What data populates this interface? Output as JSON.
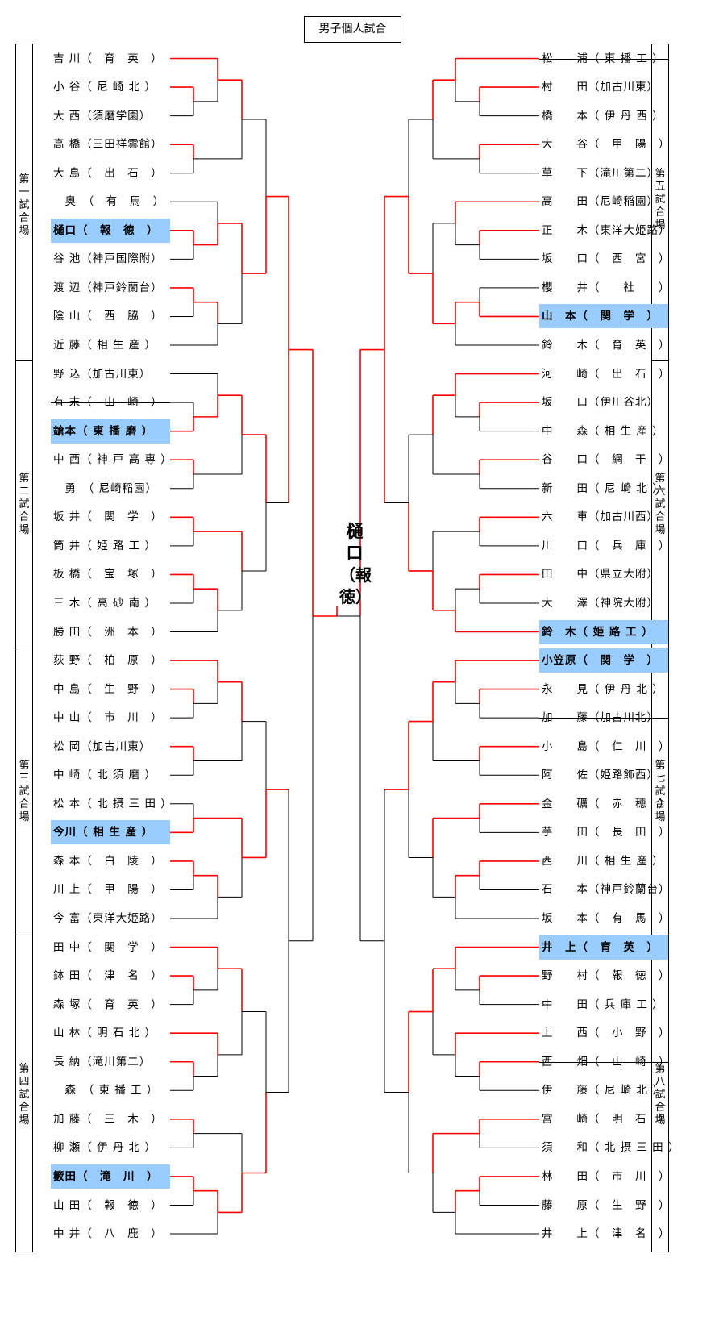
{
  "title": "男子個人試合",
  "winner": {
    "name": "樋口",
    "school": "（報徳）"
  },
  "venues": [
    {
      "label": "第一試合場"
    },
    {
      "label": "第二試合場"
    },
    {
      "label": "第三試合場"
    },
    {
      "label": "第四試合場"
    },
    {
      "label": "第五試合場"
    },
    {
      "label": "第六試合場"
    },
    {
      "label": "第七試合場"
    },
    {
      "label": "第八試合場"
    }
  ],
  "left_players": [
    {
      "text": "吉 川（　育　英　）"
    },
    {
      "text": "小 谷（ 尼 崎 北 ）"
    },
    {
      "text": "大 西（須磨学園）"
    },
    {
      "text": "高 橋（三田祥雲館）"
    },
    {
      "text": "大 島（　出　石　）"
    },
    {
      "text": "　奥　（　有　馬　）"
    },
    {
      "text": "樋口（　報　徳　）"
    },
    {
      "text": "谷 池（神戸国際附）"
    },
    {
      "text": "渡 辺（神戸鈴蘭台）"
    },
    {
      "text": "陰 山（　西　脇　）"
    },
    {
      "text": "近 藤（ 相 生 産 ）"
    },
    {
      "text": "野 込（加古川東）"
    },
    {
      "text": "有 末（　山　崎　）"
    },
    {
      "text": "鎗本（ 東 播 磨 ）"
    },
    {
      "text": "中 西（ 神 戸 高 専 ）"
    },
    {
      "text": "　勇　（ 尼崎稲園）"
    },
    {
      "text": "坂 井（　関　学　）"
    },
    {
      "text": "筒 井（ 姫 路 工 ）"
    },
    {
      "text": "板 橋（　宝　塚　）"
    },
    {
      "text": "三 木（ 高 砂 南 ）"
    },
    {
      "text": "勝 田（　洲　本　）"
    },
    {
      "text": "荻 野（　柏　原　）"
    },
    {
      "text": "中 島（　生　野　）"
    },
    {
      "text": "中 山（　市　川　）"
    },
    {
      "text": "松 岡（加古川東）"
    },
    {
      "text": "中 崎（ 北 須 磨 ）"
    },
    {
      "text": "松 本（ 北 摂 三 田 ）"
    },
    {
      "text": "今川（ 相 生 産 ）"
    },
    {
      "text": "森 本（　白　陵　）"
    },
    {
      "text": "川 上（　甲　陽　）"
    },
    {
      "text": "今 富（東洋大姫路）"
    },
    {
      "text": "田 中（　関　学　）"
    },
    {
      "text": "鉢 田（　津　名　）"
    },
    {
      "text": "森 塚（　育　英　）"
    },
    {
      "text": "山 林（ 明 石 北 ）"
    },
    {
      "text": "長 納（滝川第二）"
    },
    {
      "text": "　森　（ 東 播 工 ）"
    },
    {
      "text": "加 藤（　三　木　）"
    },
    {
      "text": "柳 瀬（ 伊 丹 北 ）"
    },
    {
      "text": "籔田（　滝　川　）"
    },
    {
      "text": "山 田（　報　徳　）"
    },
    {
      "text": "中 井（　八　鹿　）"
    }
  ],
  "right_players": [
    {
      "text": "松　　浦（ 東 播 工 ）"
    },
    {
      "text": "村　　田（加古川東）"
    },
    {
      "text": "橋　　本（ 伊 丹 西 ）"
    },
    {
      "text": "大　　谷（　甲　陽　）"
    },
    {
      "text": "草　　下（滝川第二）"
    },
    {
      "text": "高　　田（尼崎稲園）"
    },
    {
      "text": "正　　木（東洋大姫路）"
    },
    {
      "text": "坂　　口（　西　宮　）"
    },
    {
      "text": "櫻　　井（　　社　　）"
    },
    {
      "text": "山　本（　関　学　）"
    },
    {
      "text": "鈴　　木（　育　英　）"
    },
    {
      "text": "河　　崎（　出　石　）"
    },
    {
      "text": "坂　　口（伊川谷北）"
    },
    {
      "text": "中　　森（ 相 生 産 ）"
    },
    {
      "text": "谷　　口（　網　干　）"
    },
    {
      "text": "新　　田（ 尼 崎 北 ）"
    },
    {
      "text": "六　　車（加古川西）"
    },
    {
      "text": "川　　口（　兵　庫　）"
    },
    {
      "text": "田　　中（県立大附）"
    },
    {
      "text": "大　　澤（神院大附）"
    },
    {
      "text": "鈴　木（ 姫 路 工 ）"
    },
    {
      "text": "小笠原（　関　学　）"
    },
    {
      "text": "永　　見（ 伊 丹 北 ）"
    },
    {
      "text": "加　　藤（加古川北）"
    },
    {
      "text": "小　　島（　仁　川　）"
    },
    {
      "text": "阿　　佐（姫路飾西）"
    },
    {
      "text": "金　　礪（　赤　穂　）"
    },
    {
      "text": "芋　　田（　長　田　）"
    },
    {
      "text": "西　　川（ 相 生 産 ）"
    },
    {
      "text": "石　　本（神戸鈴蘭台）"
    },
    {
      "text": "坂　　本（　有　馬　）"
    },
    {
      "text": "井　上（　育　英　）"
    },
    {
      "text": "野　　村（　報　徳　）"
    },
    {
      "text": "中　　田（ 兵 庫 工 ）"
    },
    {
      "text": "上　　西（　小　野　）"
    },
    {
      "text": "西　　畑（　山　崎　）"
    },
    {
      "text": "伊　　藤（ 尼 崎 北 ）"
    },
    {
      "text": "宮　　崎（　明　石　）"
    },
    {
      "text": "須　　和（ 北 摂 三 田 ）"
    },
    {
      "text": "林　　田（　市　川　）"
    },
    {
      "text": "藤　　原（　生　野　）"
    },
    {
      "text": "井　　上（　津　名　）"
    }
  ],
  "colors": {
    "winner_line": "#ff0000",
    "loser_line": "#000000",
    "highlight": "#99ccff"
  }
}
